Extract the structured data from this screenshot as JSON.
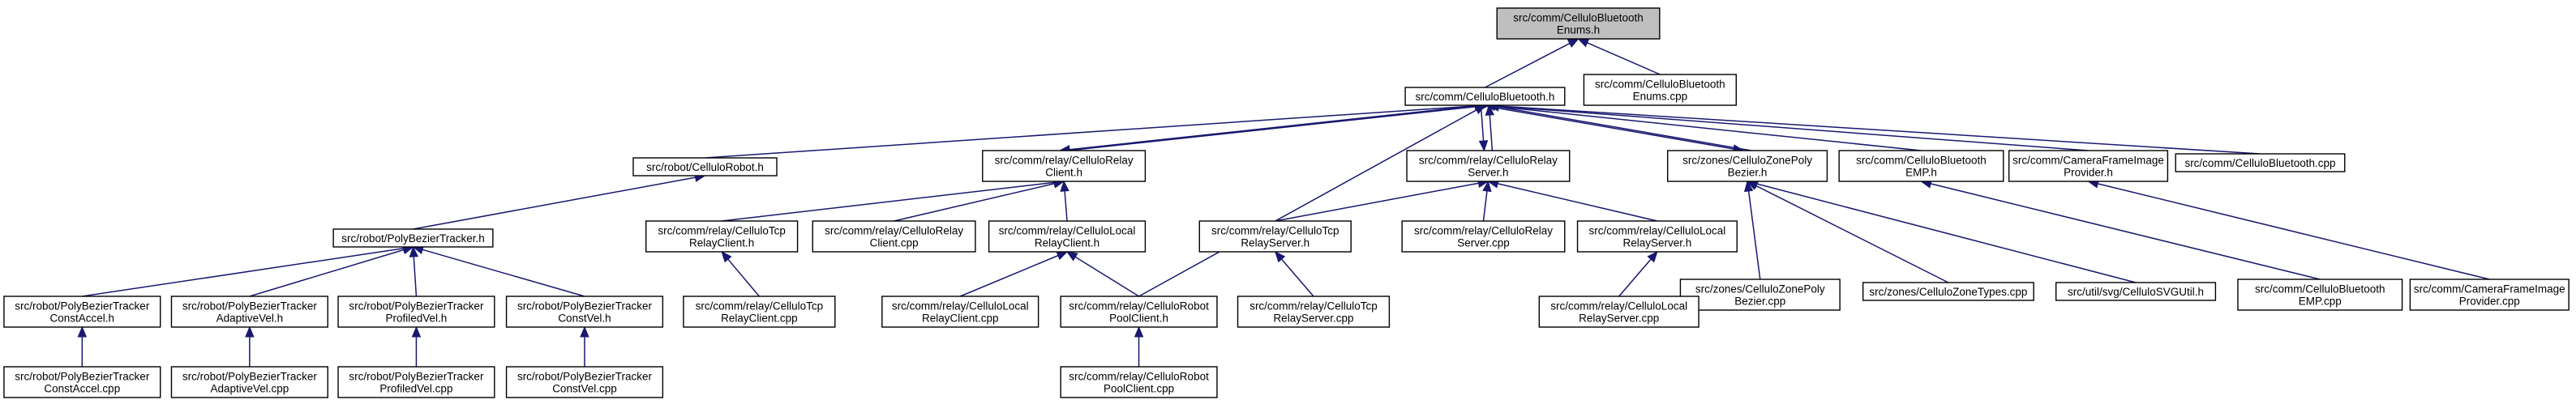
{
  "diagram": {
    "colors": {
      "edge": "#191970",
      "root_fill": "#bfbfbf",
      "node_fill": "#ffffff",
      "border": "#000000"
    },
    "nodes": [
      {
        "id": "be_h",
        "lines": [
          "src/comm/CelluloBluetooth",
          "Enums.h"
        ],
        "root": true
      },
      {
        "id": "be_cpp",
        "lines": [
          "src/comm/CelluloBluetooth",
          "Enums.cpp"
        ]
      },
      {
        "id": "cb_h",
        "lines": [
          "src/comm/CelluloBluetooth.h"
        ]
      },
      {
        "id": "robot_h",
        "lines": [
          "src/robot/CelluloRobot.h"
        ]
      },
      {
        "id": "relayclient_h",
        "lines": [
          "src/comm/relay/CelluloRelay",
          "Client.h"
        ]
      },
      {
        "id": "relayserver_h",
        "lines": [
          "src/comm/relay/CelluloRelay",
          "Server.h"
        ]
      },
      {
        "id": "zonepoly_h",
        "lines": [
          "src/zones/CelluloZonePoly",
          "Bezier.h"
        ]
      },
      {
        "id": "emp_h",
        "lines": [
          "src/comm/CelluloBluetooth",
          "EMP.h"
        ]
      },
      {
        "id": "cam_h",
        "lines": [
          "src/comm/CameraFrameImage",
          "Provider.h"
        ]
      },
      {
        "id": "cb_cpp",
        "lines": [
          "src/comm/CelluloBluetooth.cpp"
        ]
      },
      {
        "id": "pbt_h",
        "lines": [
          "src/robot/PolyBezierTracker.h"
        ]
      },
      {
        "id": "tcpclient_h",
        "lines": [
          "src/comm/relay/CelluloTcp",
          "RelayClient.h"
        ]
      },
      {
        "id": "relayclient_cpp",
        "lines": [
          "src/comm/relay/CelluloRelay",
          "Client.cpp"
        ]
      },
      {
        "id": "localclient_h",
        "lines": [
          "src/comm/relay/CelluloLocal",
          "RelayClient.h"
        ]
      },
      {
        "id": "tcpserver_h",
        "lines": [
          "src/comm/relay/CelluloTcp",
          "RelayServer.h"
        ]
      },
      {
        "id": "relayserver_cpp",
        "lines": [
          "src/comm/relay/CelluloRelay",
          "Server.cpp"
        ]
      },
      {
        "id": "localserver_h",
        "lines": [
          "src/comm/relay/CelluloLocal",
          "RelayServer.h"
        ]
      },
      {
        "id": "zonepoly_cpp",
        "lines": [
          "src/zones/CelluloZonePoly",
          "Bezier.cpp"
        ]
      },
      {
        "id": "zonetypes_cpp",
        "lines": [
          "src/zones/CelluloZoneTypes.cpp"
        ]
      },
      {
        "id": "svgutil_h",
        "lines": [
          "src/util/svg/CelluloSVGUtil.h"
        ]
      },
      {
        "id": "emp_cpp",
        "lines": [
          "src/comm/CelluloBluetooth",
          "EMP.cpp"
        ]
      },
      {
        "id": "cam_cpp",
        "lines": [
          "src/comm/CameraFrameImage",
          "Provider.cpp"
        ]
      },
      {
        "id": "pbt_ca_h",
        "lines": [
          "src/robot/PolyBezierTracker",
          "ConstAccel.h"
        ]
      },
      {
        "id": "pbt_av_h",
        "lines": [
          "src/robot/PolyBezierTracker",
          "AdaptiveVel.h"
        ]
      },
      {
        "id": "pbt_pv_h",
        "lines": [
          "src/robot/PolyBezierTracker",
          "ProfiledVel.h"
        ]
      },
      {
        "id": "pbt_cv_h",
        "lines": [
          "src/robot/PolyBezierTracker",
          "ConstVel.h"
        ]
      },
      {
        "id": "tcpclient_cpp",
        "lines": [
          "src/comm/relay/CelluloTcp",
          "RelayClient.cpp"
        ]
      },
      {
        "id": "localclient_cpp",
        "lines": [
          "src/comm/relay/CelluloLocal",
          "RelayClient.cpp"
        ]
      },
      {
        "id": "pool_h",
        "lines": [
          "src/comm/relay/CelluloRobot",
          "PoolClient.h"
        ]
      },
      {
        "id": "tcpserver_cpp",
        "lines": [
          "src/comm/relay/CelluloTcp",
          "RelayServer.cpp"
        ]
      },
      {
        "id": "localserver_cpp",
        "lines": [
          "src/comm/relay/CelluloLocal",
          "RelayServer.cpp"
        ]
      },
      {
        "id": "pbt_ca_cpp",
        "lines": [
          "src/robot/PolyBezierTracker",
          "ConstAccel.cpp"
        ]
      },
      {
        "id": "pbt_av_cpp",
        "lines": [
          "src/robot/PolyBezierTracker",
          "AdaptiveVel.cpp"
        ]
      },
      {
        "id": "pbt_pv_cpp",
        "lines": [
          "src/robot/PolyBezierTracker",
          "ProfiledVel.cpp"
        ]
      },
      {
        "id": "pbt_cv_cpp",
        "lines": [
          "src/robot/PolyBezierTracker",
          "ConstVel.cpp"
        ]
      },
      {
        "id": "pool_cpp",
        "lines": [
          "src/comm/relay/CelluloRobot",
          "PoolClient.cpp"
        ]
      }
    ],
    "edges": [
      {
        "from": "cb_h",
        "to": "be_h"
      },
      {
        "from": "be_cpp",
        "to": "be_h"
      },
      {
        "from": "robot_h",
        "to": "cb_h"
      },
      {
        "from": "relayclient_h",
        "to": "cb_h"
      },
      {
        "from": "relayserver_h",
        "to": "cb_h"
      },
      {
        "from": "zonepoly_h",
        "to": "cb_h"
      },
      {
        "from": "emp_h",
        "to": "cb_h"
      },
      {
        "from": "cam_h",
        "to": "cb_h"
      },
      {
        "from": "cb_cpp",
        "to": "cb_h"
      },
      {
        "from": "pool_h",
        "to": "cb_h"
      },
      {
        "from": "cb_h",
        "to": "relayclient_h"
      },
      {
        "from": "cb_h",
        "to": "relayserver_h"
      },
      {
        "from": "cb_h",
        "to": "zonepoly_h"
      },
      {
        "from": "pbt_h",
        "to": "robot_h"
      },
      {
        "from": "tcpclient_h",
        "to": "relayclient_h"
      },
      {
        "from": "relayclient_cpp",
        "to": "relayclient_h"
      },
      {
        "from": "localclient_h",
        "to": "relayclient_h"
      },
      {
        "from": "tcpserver_h",
        "to": "relayserver_h"
      },
      {
        "from": "relayserver_cpp",
        "to": "relayserver_h"
      },
      {
        "from": "localserver_h",
        "to": "relayserver_h"
      },
      {
        "from": "zonepoly_cpp",
        "to": "zonepoly_h"
      },
      {
        "from": "zonetypes_cpp",
        "to": "zonepoly_h"
      },
      {
        "from": "svgutil_h",
        "to": "zonepoly_h"
      },
      {
        "from": "emp_cpp",
        "to": "emp_h"
      },
      {
        "from": "cam_cpp",
        "to": "cam_h"
      },
      {
        "from": "pbt_ca_h",
        "to": "pbt_h"
      },
      {
        "from": "pbt_av_h",
        "to": "pbt_h"
      },
      {
        "from": "pbt_pv_h",
        "to": "pbt_h"
      },
      {
        "from": "pbt_cv_h",
        "to": "pbt_h"
      },
      {
        "from": "tcpclient_cpp",
        "to": "tcpclient_h"
      },
      {
        "from": "localclient_cpp",
        "to": "localclient_h"
      },
      {
        "from": "pool_h",
        "to": "localclient_h"
      },
      {
        "from": "tcpserver_cpp",
        "to": "tcpserver_h"
      },
      {
        "from": "localserver_cpp",
        "to": "localserver_h"
      },
      {
        "from": "pbt_ca_cpp",
        "to": "pbt_ca_h"
      },
      {
        "from": "pbt_av_cpp",
        "to": "pbt_av_h"
      },
      {
        "from": "pbt_pv_cpp",
        "to": "pbt_pv_h"
      },
      {
        "from": "pbt_cv_cpp",
        "to": "pbt_cv_h"
      },
      {
        "from": "pool_cpp",
        "to": "pool_h"
      }
    ]
  }
}
